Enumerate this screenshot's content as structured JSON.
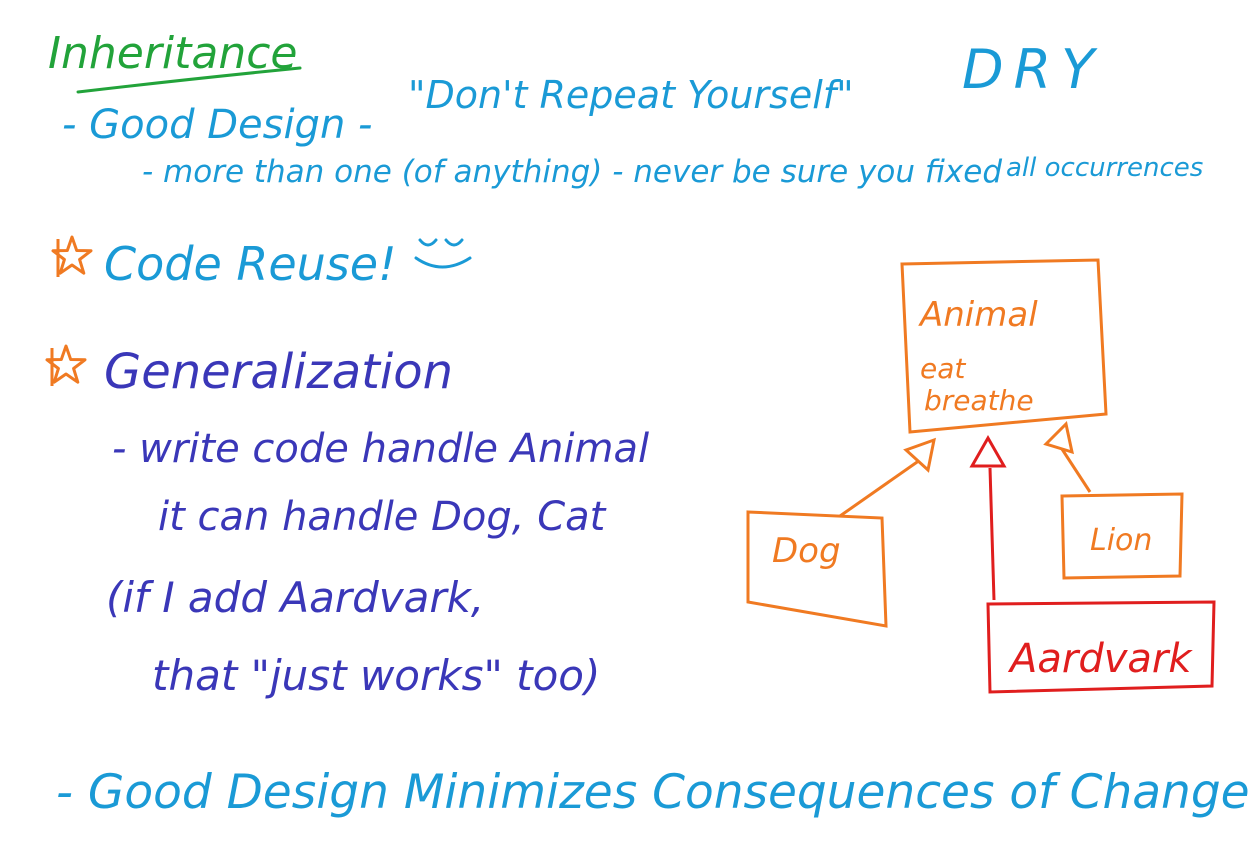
{
  "colors": {
    "title": "#22a33a",
    "notes": "#1a9ad6",
    "generalization": "#3a37b8",
    "star": "#f07a22",
    "uml": "#f07a22",
    "aardvark": "#e01e1e",
    "background": "#ffffff"
  },
  "title": "Inheritance",
  "notes": {
    "good_design": "- Good Design -",
    "dry_quote": "\"Don't Repeat Yourself\"",
    "dry": "DRY",
    "more_than_one": "- more than one (of anything) - never be sure you fixed",
    "all_occurrences": "all occurrences",
    "code_reuse": "Code Reuse!",
    "smiley_icon": "smiley-face-icon"
  },
  "generalization": {
    "heading": "Generalization",
    "line1": "- write code handle Animal",
    "line2": "it can handle Dog, Cat",
    "line3": "(if I add Aardvark,",
    "line4": "that \"just works\" too)"
  },
  "bullet_icon": "star-icon",
  "footer": "- Good Design Minimizes Consequences of Change",
  "uml": {
    "parent": {
      "name": "Animal",
      "methods": [
        "eat",
        "breathe"
      ]
    },
    "children": [
      "Dog",
      "Lion",
      "Aardvark"
    ]
  }
}
